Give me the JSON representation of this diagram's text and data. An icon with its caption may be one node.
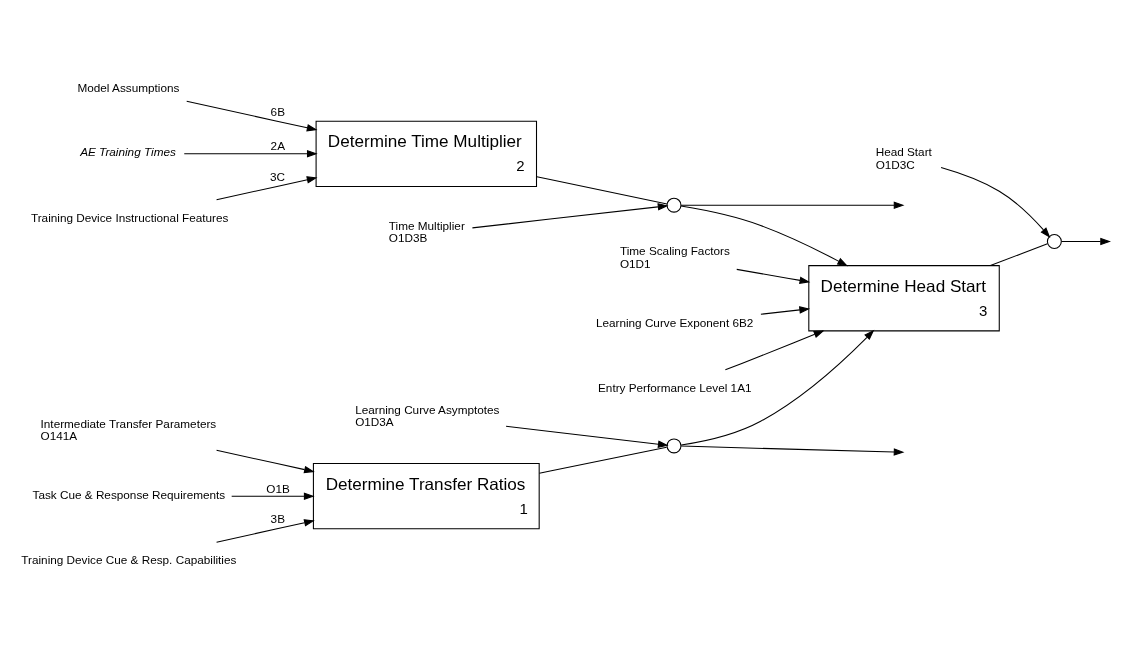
{
  "diagram": {
    "nodes": [
      {
        "text": [
          "Determine Transfer Ratios",
          "1"
        ]
      },
      {
        "text": [
          "Determine Time Multiplier",
          "2"
        ]
      },
      {
        "text": [
          "Determine Head Start",
          "3"
        ]
      },
      {
        "text": [
          "Intermediate Transfer Parameters",
          "O141A"
        ]
      },
      {
        "text": [
          "Task Cue & Response Requirements"
        ]
      },
      {
        "text": [
          "Training Device Cue & Resp. Capabilities"
        ]
      },
      {
        "text": [
          "Learning Curve Asymptotes",
          "O1D3A"
        ]
      },
      {
        "text": [],
        "shape": "circle"
      },
      {
        "text": [
          "Model Assumptions"
        ]
      },
      {
        "text": [
          "AE Training Times"
        ]
      },
      {
        "text": [
          "Training Device Instructional Features"
        ]
      },
      {
        "text": [
          "Time Multiplier",
          "O1D3B"
        ]
      },
      {
        "text": [],
        "shape": "circle"
      },
      {
        "text": [
          "Time Scaling Factors",
          "O1D1"
        ]
      },
      {
        "text": [
          "Learning Curve Exponent 6B2"
        ]
      },
      {
        "text": [
          "Entry Performance Level 1A1"
        ]
      },
      {
        "text": [
          "Head Start",
          "O1D3C"
        ]
      },
      {
        "text": [],
        "shape": "circle"
      }
    ],
    "edges": [
      {
        "from": 3,
        "to": 0,
        "arrow": "to"
      },
      {
        "from": 4,
        "to": 0,
        "arrow": "to",
        "label": "O1B"
      },
      {
        "from": 5,
        "to": 0,
        "arrow": "to",
        "label": "3B"
      },
      {
        "from": 0,
        "to": 7,
        "arrow": "none"
      },
      {
        "from": 7,
        "to": null,
        "arrow": "to"
      },
      {
        "from": 7,
        "to": 2,
        "arrow": "to"
      },
      {
        "from": 6,
        "to": 7,
        "arrow": "to"
      },
      {
        "from": 8,
        "to": 1,
        "arrow": "to",
        "label": "6B"
      },
      {
        "from": 9,
        "to": 1,
        "arrow": "to",
        "label": "2A"
      },
      {
        "from": 10,
        "to": 1,
        "arrow": "to",
        "label": "3C"
      },
      {
        "from": 1,
        "to": 12,
        "arrow": "none"
      },
      {
        "from": 12,
        "to": null,
        "arrow": "to"
      },
      {
        "from": 12,
        "to": 2,
        "arrow": "to"
      },
      {
        "from": 11,
        "to": 12,
        "arrow": "to"
      },
      {
        "from": 13,
        "to": 2,
        "arrow": "to"
      },
      {
        "from": 14,
        "to": 2,
        "arrow": "to"
      },
      {
        "from": 15,
        "to": 2,
        "arrow": "to"
      },
      {
        "from": 2,
        "to": 17,
        "arrow": "none"
      },
      {
        "from": 17,
        "to": null,
        "arrow": "to"
      },
      {
        "from": 16,
        "to": 17,
        "arrow": "to"
      }
    ]
  }
}
